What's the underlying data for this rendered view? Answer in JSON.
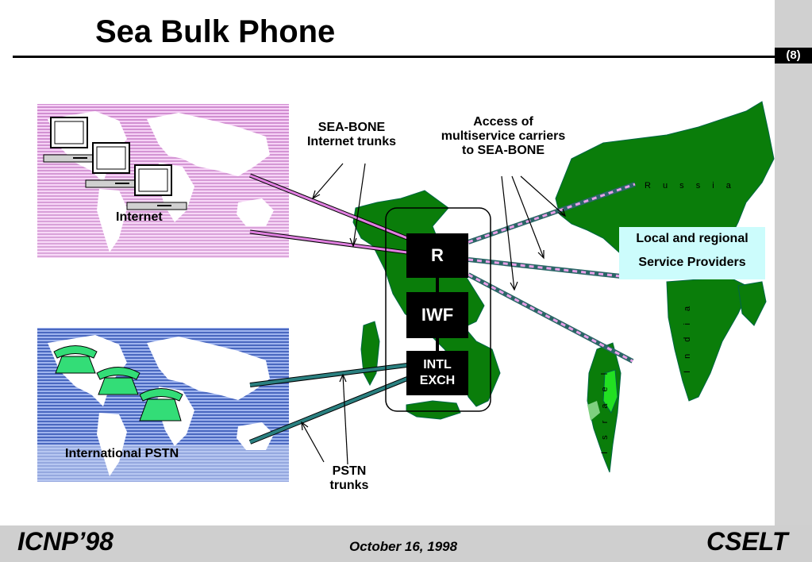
{
  "slide": {
    "title": "Sea Bulk Phone",
    "page_number": "(8)"
  },
  "labels": {
    "internet": "Internet",
    "pstn": "International PSTN",
    "sea_bone": "SEA-BONE\nInternet trunks",
    "access": "Access of\nmultiservice carriers\nto SEA-BONE",
    "pstn_trunks": "PSTN\ntrunks",
    "providers_line1": "Local and regional",
    "providers_line2": "Service Providers",
    "russia": "R u s s i a",
    "india": "I n d i a",
    "israel": "I s r a e l"
  },
  "nodes": {
    "router": "R",
    "iwf": "IWF",
    "intl_exch_line1": "INTL",
    "intl_exch_line2": "EXCH"
  },
  "footer": {
    "left": "ICNP’98",
    "center": "October 16, 1998",
    "right": "CSELT"
  },
  "colors": {
    "internet_bg": "#e8a8e8",
    "pstn_bg": "#6f8fd8",
    "land": "#0a7d0a",
    "providers_bg": "#ccfcfc",
    "trunk_internet": "#e080e0",
    "trunk_pstn": "#2a8080"
  }
}
